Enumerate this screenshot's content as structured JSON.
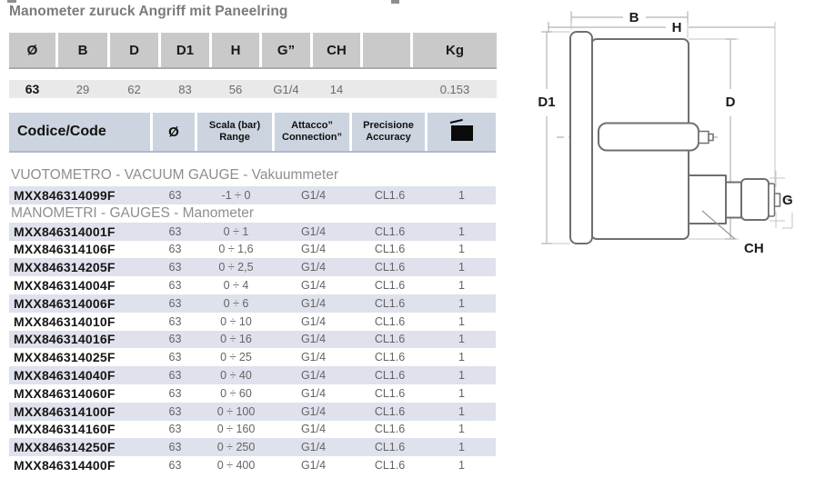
{
  "title": "Manometer zuruck Angriff mit Paneelring",
  "dims_table": {
    "headers": [
      "Ø",
      "B",
      "D",
      "D1",
      "H",
      "G”",
      "CH",
      "",
      "Kg"
    ],
    "values": [
      "63",
      "29",
      "62",
      "83",
      "56",
      "G1/4",
      "14",
      "",
      "0.153"
    ]
  },
  "products_table": {
    "header": {
      "code": "Codice/Code",
      "dia": "Ø",
      "scala_line1": "Scala (bar)",
      "scala_line2": "Range",
      "attacco_line1": "Attacco”",
      "attacco_line2": "Connection”",
      "precisione_line1": "Precisione",
      "precisione_line2": "Accuracy",
      "pack_icon": "box-icon"
    },
    "sections": {
      "vacuum": "VUOTOMETRO - VACUUM GAUGE - Vakuummeter",
      "gauges": "MANOMETRI - GAUGES - Manometer"
    },
    "rows": [
      {
        "code": "MXX846314099F",
        "dia": "63",
        "range": "-1 ÷ 0",
        "conn": "G1/4",
        "acc": "CL1.6",
        "qty": "1"
      },
      {
        "code": "MXX846314001F",
        "dia": "63",
        "range": "0 ÷ 1",
        "conn": "G1/4",
        "acc": "CL1.6",
        "qty": "1"
      },
      {
        "code": "MXX846314106F",
        "dia": "63",
        "range": "0 ÷ 1,6",
        "conn": "G1/4",
        "acc": "CL1.6",
        "qty": "1"
      },
      {
        "code": "MXX846314205F",
        "dia": "63",
        "range": "0 ÷ 2,5",
        "conn": "G1/4",
        "acc": "CL1.6",
        "qty": "1"
      },
      {
        "code": "MXX846314004F",
        "dia": "63",
        "range": "0 ÷ 4",
        "conn": "G1/4",
        "acc": "CL1.6",
        "qty": "1"
      },
      {
        "code": "MXX846314006F",
        "dia": "63",
        "range": "0 ÷ 6",
        "conn": "G1/4",
        "acc": "CL1.6",
        "qty": "1"
      },
      {
        "code": "MXX846314010F",
        "dia": "63",
        "range": "0 ÷ 10",
        "conn": "G1/4",
        "acc": "CL1.6",
        "qty": "1"
      },
      {
        "code": "MXX846314016F",
        "dia": "63",
        "range": "0 ÷ 16",
        "conn": "G1/4",
        "acc": "CL1.6",
        "qty": "1"
      },
      {
        "code": "MXX846314025F",
        "dia": "63",
        "range": "0 ÷ 25",
        "conn": "G1/4",
        "acc": "CL1.6",
        "qty": "1"
      },
      {
        "code": "MXX846314040F",
        "dia": "63",
        "range": "0 ÷ 40",
        "conn": "G1/4",
        "acc": "CL1.6",
        "qty": "1"
      },
      {
        "code": "MXX846314060F",
        "dia": "63",
        "range": "0 ÷ 60",
        "conn": "G1/4",
        "acc": "CL1.6",
        "qty": "1"
      },
      {
        "code": "MXX846314100F",
        "dia": "63",
        "range": "0 ÷ 100",
        "conn": "G1/4",
        "acc": "CL1.6",
        "qty": "1"
      },
      {
        "code": "MXX846314160F",
        "dia": "63",
        "range": "0 ÷ 160",
        "conn": "G1/4",
        "acc": "CL1.6",
        "qty": "1"
      },
      {
        "code": "MXX846314250F",
        "dia": "63",
        "range": "0 ÷ 250",
        "conn": "G1/4",
        "acc": "CL1.6",
        "qty": "1"
      },
      {
        "code": "MXX846314400F",
        "dia": "63",
        "range": "0 ÷ 400",
        "conn": "G1/4",
        "acc": "CL1.6",
        "qty": "1"
      }
    ]
  },
  "diagram": {
    "labels": {
      "b": "B",
      "h": "H",
      "d1": "D1",
      "d": "D",
      "g": "G",
      "ch": "CH"
    }
  },
  "colors": {
    "dims_header_bg": "#c9c9c9",
    "dims_value_bg": "#e9e9e9",
    "prod_header_bg": "#ccd4df",
    "row_alt_bg": "#dfe2ec",
    "title_text": "#7b7b7b",
    "muted_text": "#646464"
  }
}
